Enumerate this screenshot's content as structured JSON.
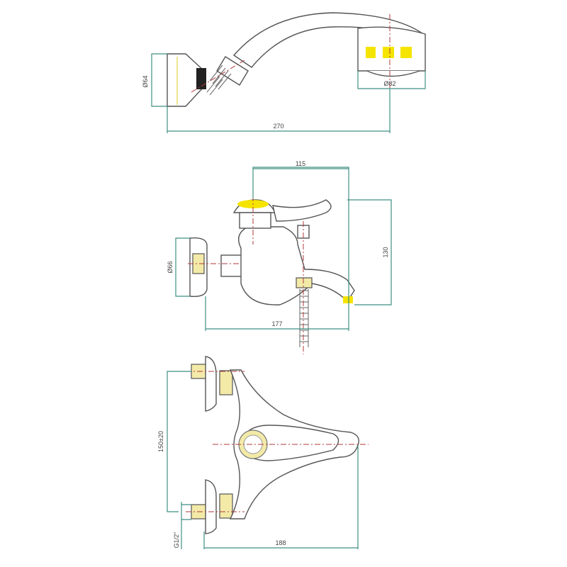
{
  "title": "Bath mixer with hand shower — dimension drawing",
  "dimensions": {
    "shower_head_diameter": "Ø82",
    "holder_diameter": "Ø64",
    "shower_length": "270",
    "spout_height_width": "115",
    "mixer_height": "130",
    "flange_diameter": "Ø66",
    "spout_reach": "177",
    "inlet_spacing": "150±20",
    "thread": "G1/2\"",
    "body_depth": "188"
  },
  "colors": {
    "dimension_line": "#3f8f84",
    "center_line": "#b03a3a",
    "accent": "#f5e400"
  }
}
